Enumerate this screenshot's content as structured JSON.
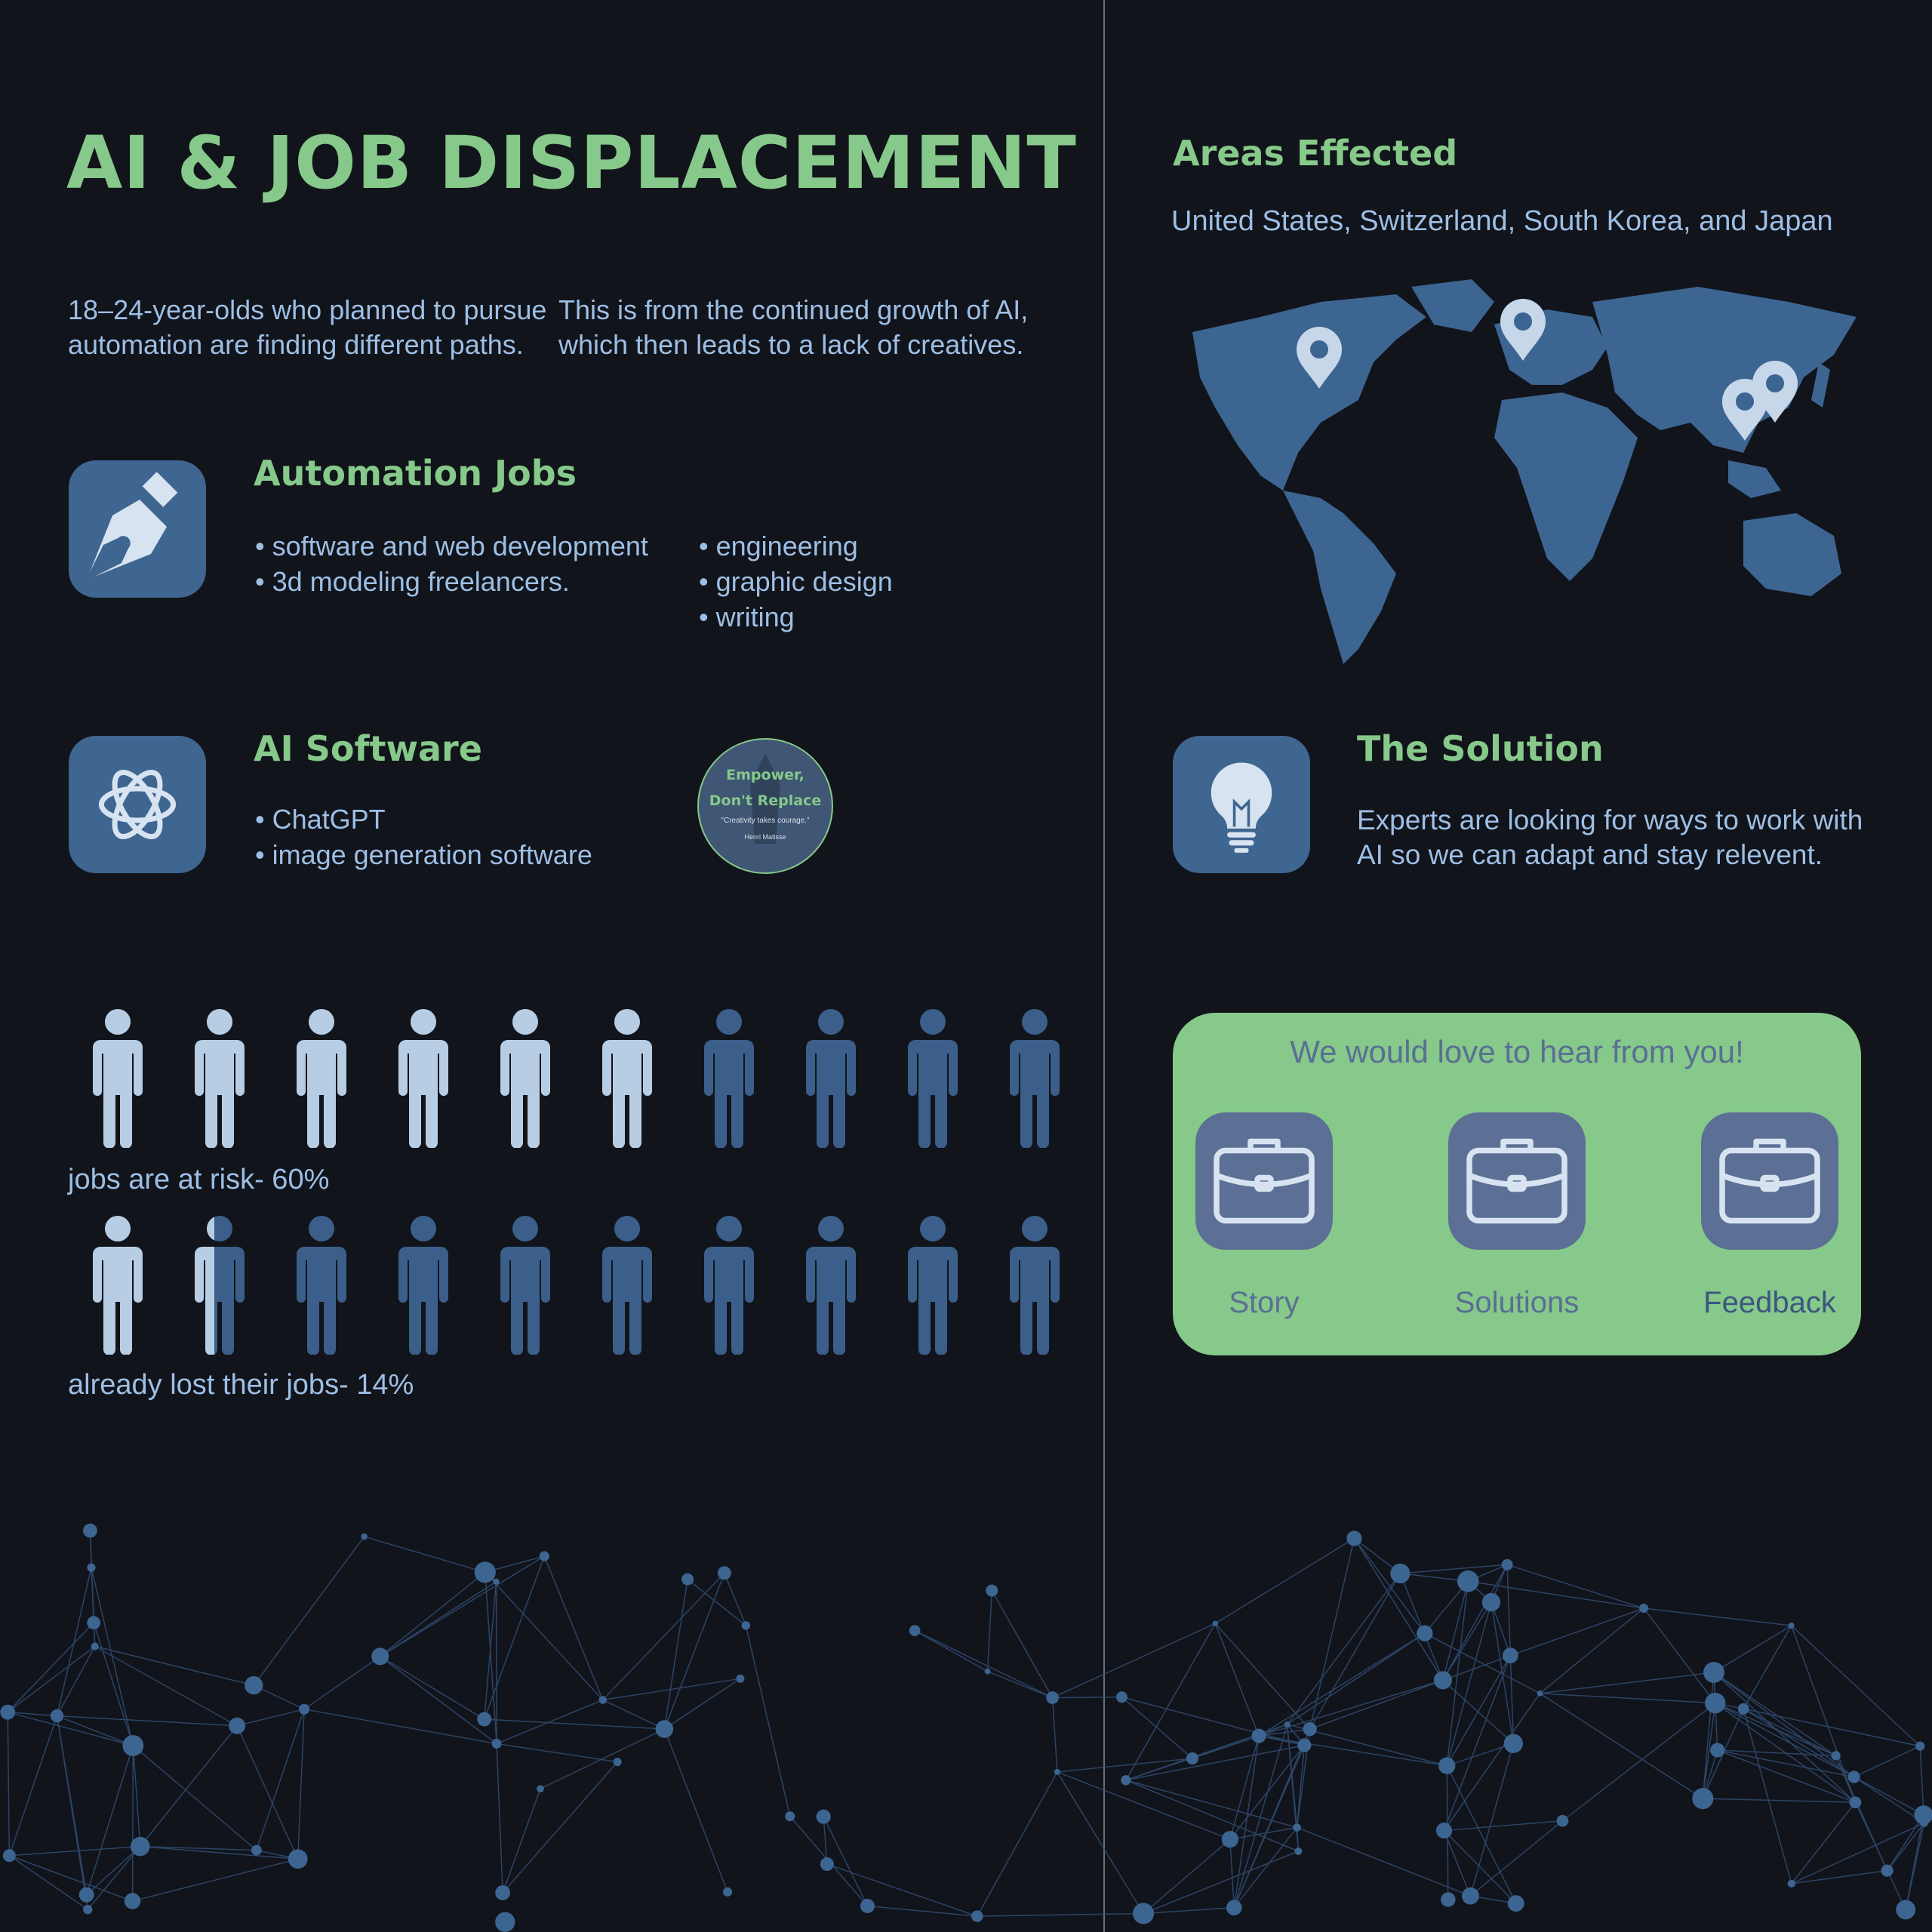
{
  "title": "AI & JOB DISPLACEMENT",
  "intro": {
    "left": [
      "18–24-year-olds who planned to pursue",
      "automation are finding different paths."
    ],
    "right": [
      "This is from the continued growth of AI,",
      "which then leads to a lack of creatives."
    ]
  },
  "automation": {
    "heading": "Automation Jobs",
    "icon": "pen-nib-icon",
    "col1": [
      "software and web development",
      "3d modeling freelancers."
    ],
    "col2": [
      "engineering",
      "graphic design",
      "writing"
    ]
  },
  "ai_software": {
    "heading": "AI Software",
    "icon": "openai-logo-icon",
    "items": [
      "ChatGPT",
      "image generation software"
    ]
  },
  "badge": {
    "line1": "Empower,",
    "line2": "Don't Replace",
    "quote": "\"Creativity takes courage.\"",
    "author": "Henri Matisse"
  },
  "pictograph": {
    "at_risk": {
      "caption": "jobs are at risk- 60%",
      "fraction": 0.6
    },
    "lost": {
      "caption": "already lost their jobs- 14%",
      "fraction": 0.14
    },
    "count": 10
  },
  "areas": {
    "heading": "Areas Effected",
    "countries": "United States, Switzerland, South Korea, and Japan",
    "markers": [
      "United States",
      "Switzerland",
      "South Korea",
      "Japan"
    ]
  },
  "solution": {
    "heading": "The Solution",
    "icon": "lightbulb-icon",
    "text": [
      "Experts are looking for ways to work with",
      "AI so we can adapt and stay relevent."
    ]
  },
  "contact": {
    "title": "We would love to hear from you!",
    "buttons": [
      {
        "label": "Story",
        "icon": "briefcase-icon"
      },
      {
        "label": "Solutions",
        "icon": "briefcase-icon"
      },
      {
        "label": "Feedback",
        "icon": "briefcase-icon"
      }
    ]
  },
  "colors": {
    "background": "#11141a",
    "accent_green": "#86c98a",
    "text_blue": "#9dbfe6",
    "icon_blue": "#3f6591",
    "person_light": "#b7cde4",
    "person_dark": "#3b5f8a",
    "map": "#3d6592"
  }
}
